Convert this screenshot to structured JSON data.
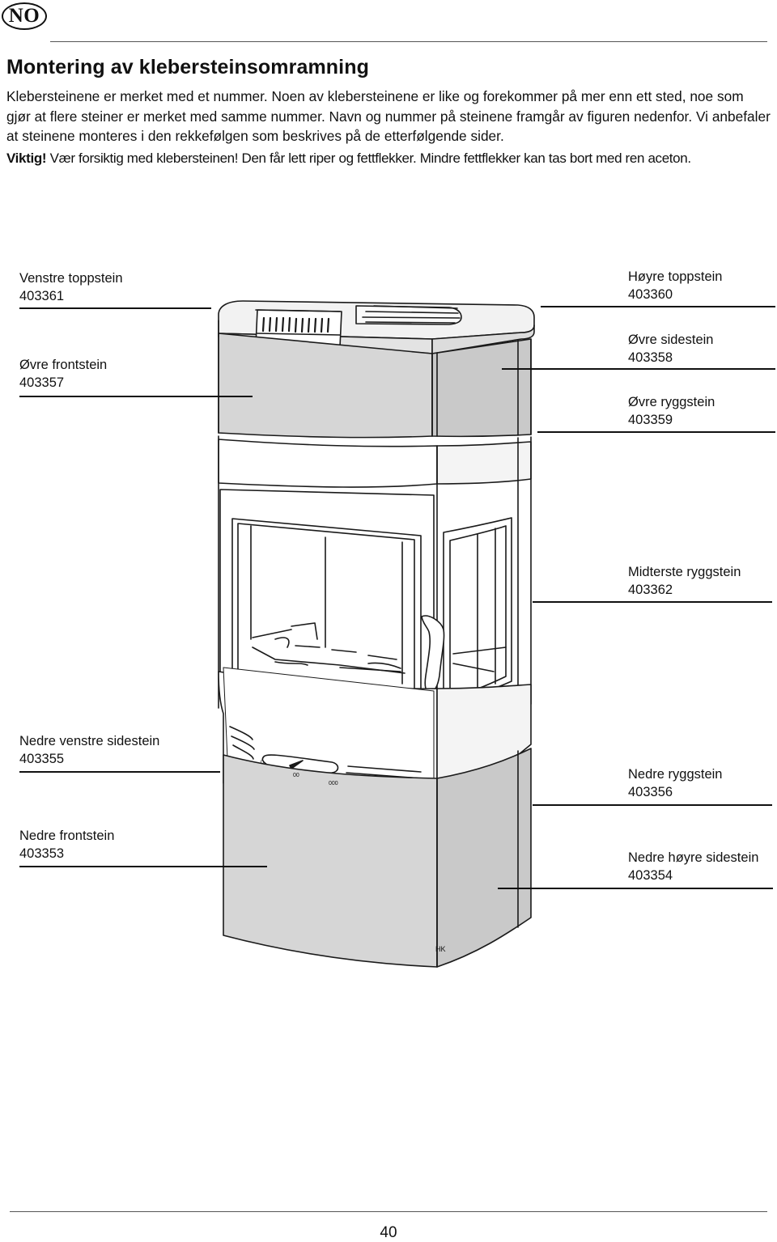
{
  "header": {
    "language_code": "NO"
  },
  "title": "Montering av klebersteinsomramning",
  "intro_text": "Klebersteinene er merket med et nummer. Noen av klebersteinene er like og forekommer på mer enn ett sted, noe som gjør at flere steiner er merket med samme nummer. Navn og nummer på steinene framgår av figuren nedenfor. Vi anbefaler at steinene monteres i den rekkefølgen som beskrives på de etterfølgende sider.",
  "warning": {
    "label": "Viktig!",
    "text": " Vær forsiktig med klebersteinen! Den får lett riper og fettflekker. Mindre fettflekker kan tas bort med ren aceton."
  },
  "figure": {
    "left_labels": [
      {
        "name": "Venstre toppstein",
        "number": "403361"
      },
      {
        "name": "Øvre frontstein",
        "number": "403357"
      },
      {
        "name": "Nedre venstre sidestein",
        "number": "403355"
      },
      {
        "name": "Nedre frontstein",
        "number": "403353"
      }
    ],
    "right_labels": [
      {
        "name": "Høyre toppstein",
        "number": "403360"
      },
      {
        "name": "Øvre sidestein",
        "number": "403358"
      },
      {
        "name": "Øvre ryggstein",
        "number": "403359"
      },
      {
        "name": "Midterste ryggstein",
        "number": "403362"
      },
      {
        "name": "Nedre ryggstein",
        "number": "403356"
      },
      {
        "name": "Nedre høyre sidestein",
        "number": "403354"
      }
    ],
    "artist_mark": "HK",
    "dial_marks": [
      "0",
      "00",
      "000"
    ]
  },
  "footer": {
    "page_number": "40"
  }
}
